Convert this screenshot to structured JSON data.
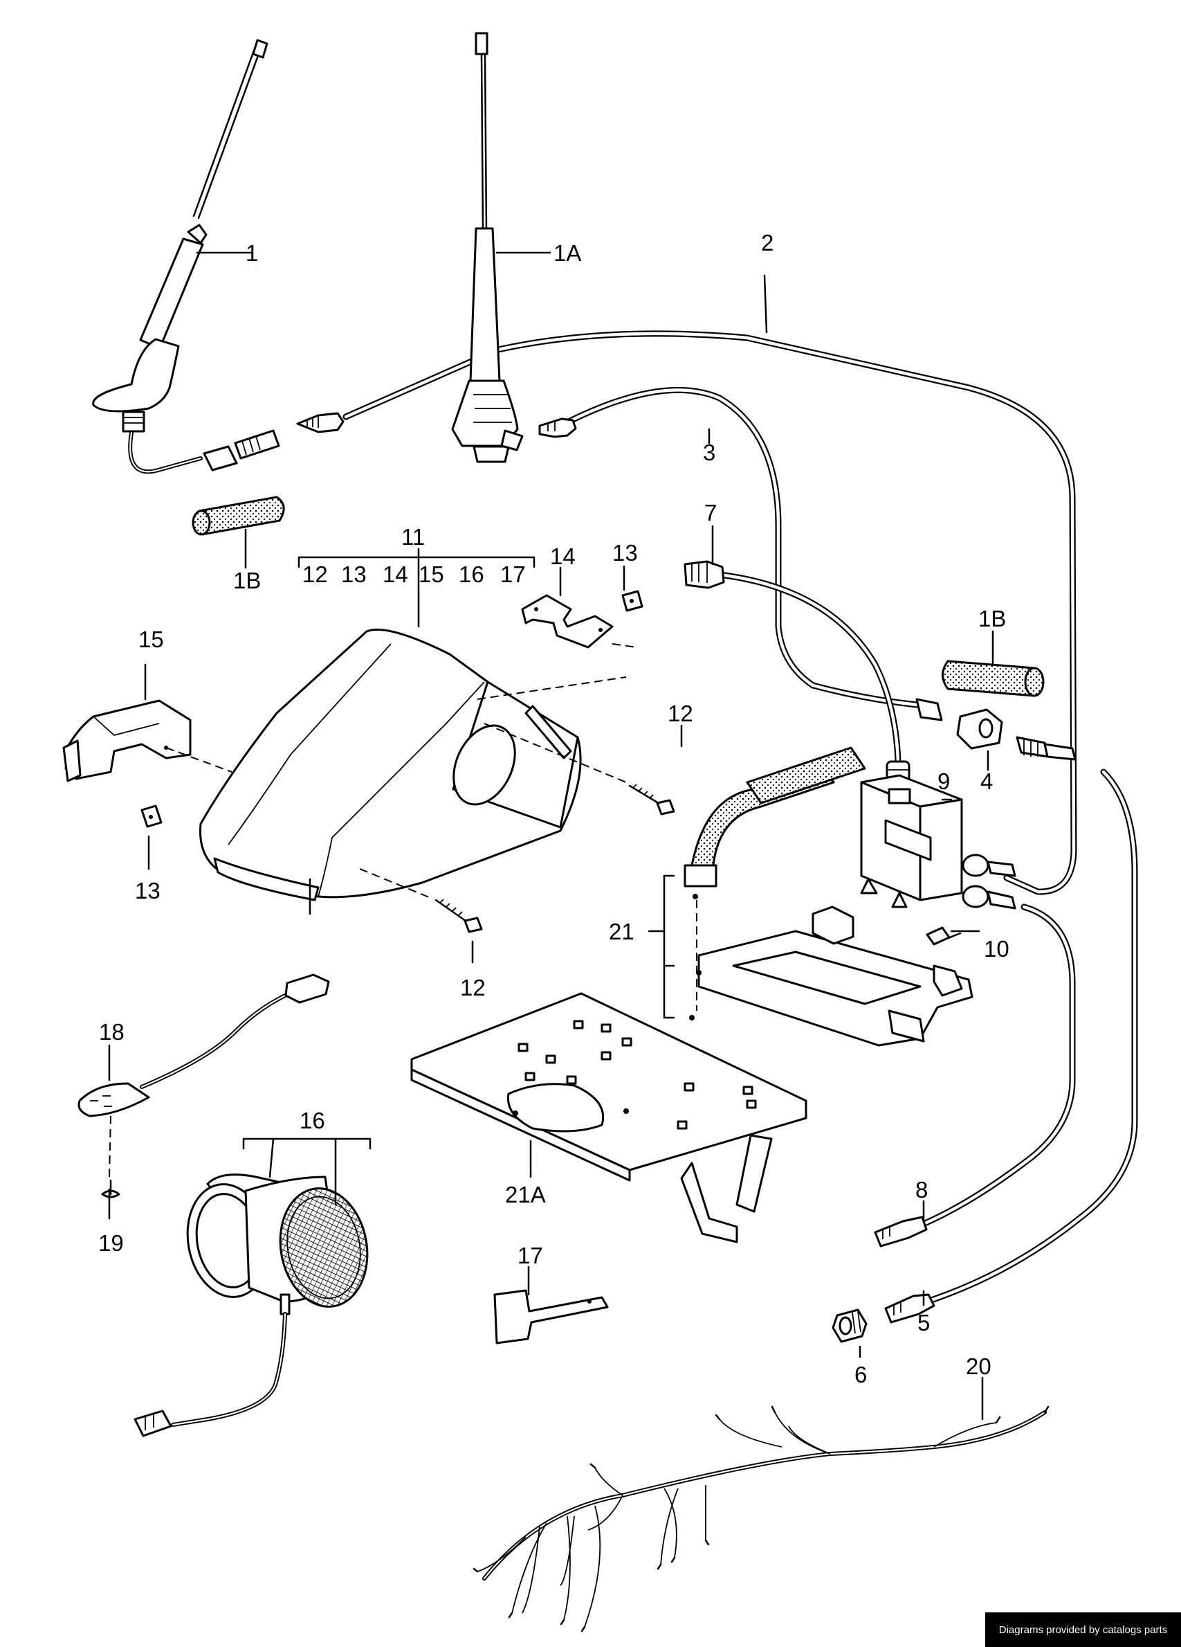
{
  "callouts": {
    "c1": "1",
    "c1A": "1A",
    "c2": "2",
    "c3": "3",
    "c1B_left": "1B",
    "c1B_right": "1B",
    "c4": "4",
    "c5": "5",
    "c6": "6",
    "c7": "7",
    "c8": "8",
    "c9": "9",
    "c10": "10",
    "c11": "11",
    "c11_sub": [
      "12",
      "13",
      "14",
      "15",
      "16",
      "17"
    ],
    "c12_top": "12",
    "c12_bottom": "12",
    "c13_top": "13",
    "c13_left": "13",
    "c14": "14",
    "c15": "15",
    "c16": "16",
    "c17": "17",
    "c18": "18",
    "c19": "19",
    "c20": "20",
    "c21": "21",
    "c21A": "21A"
  },
  "credit": "Diagrams provided by catalogs parts"
}
